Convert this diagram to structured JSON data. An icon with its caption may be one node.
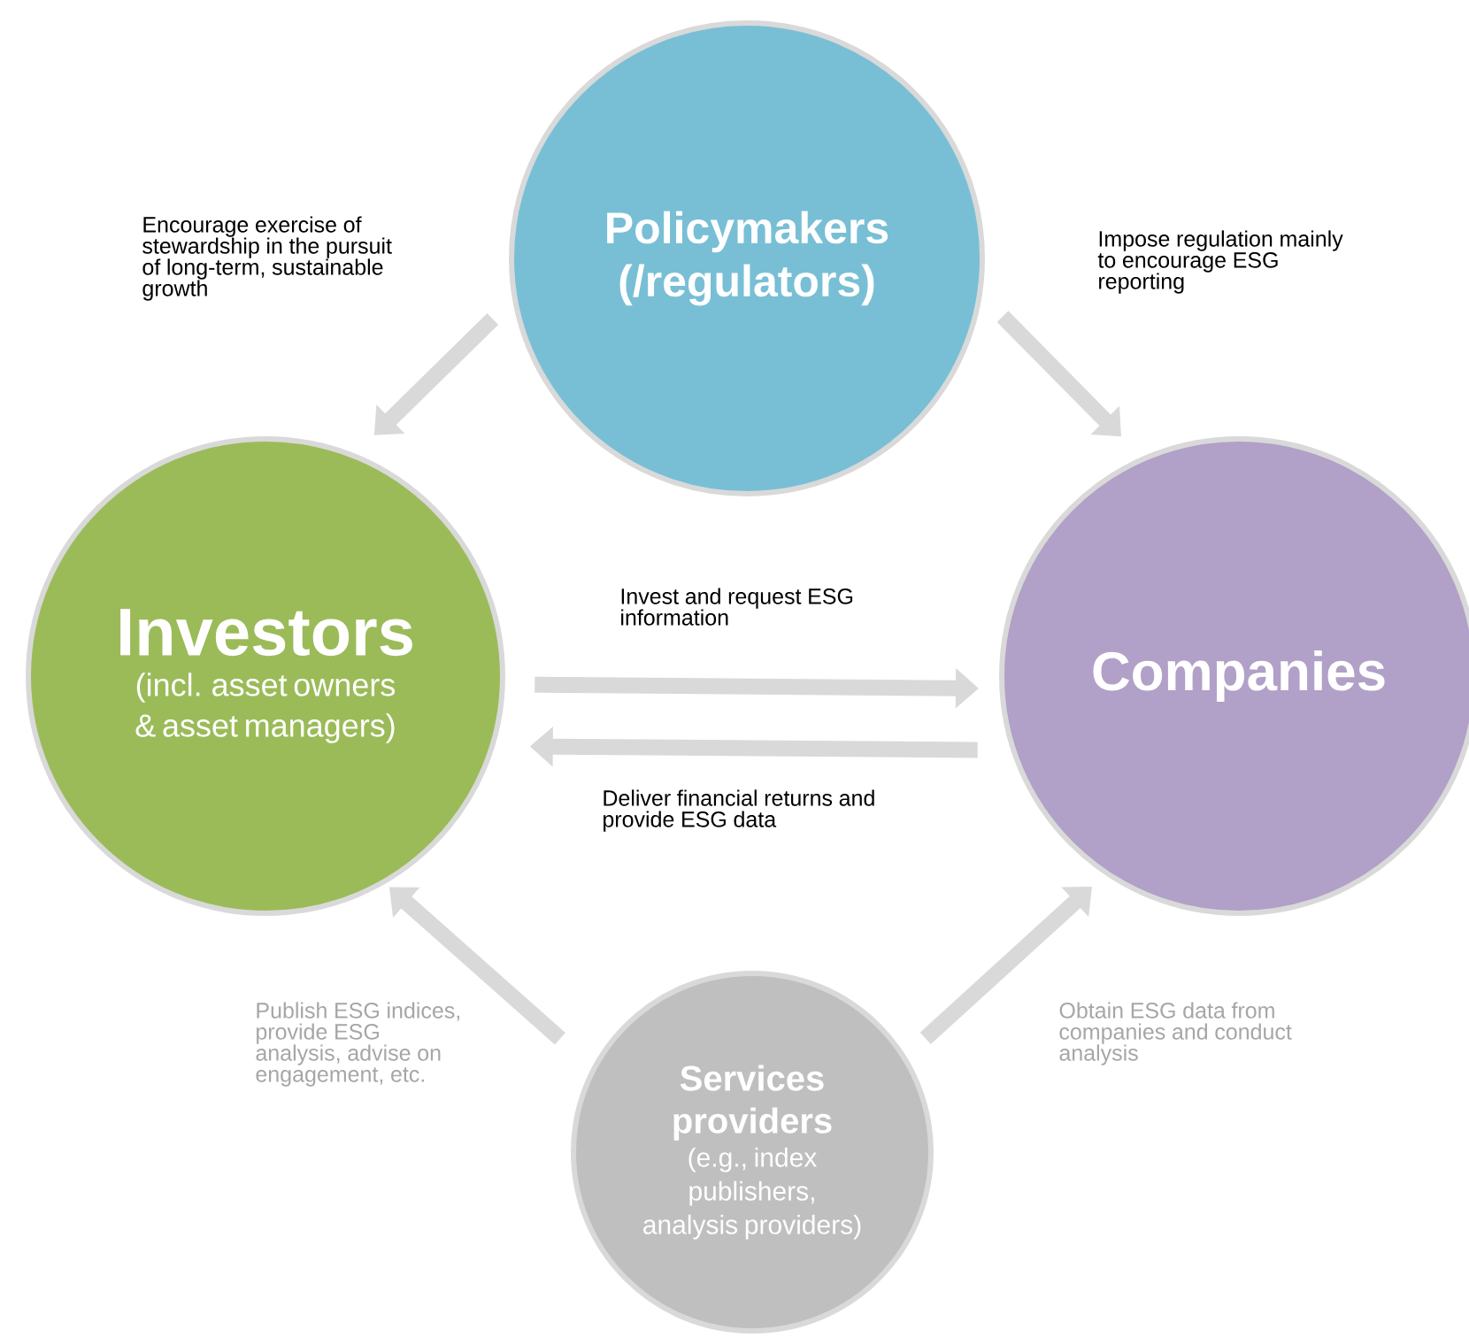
{
  "diagram": {
    "nodes": [
      {
        "text": [
          "Policymakers (/regulators)"
        ]
      },
      {
        "text": [
          "Investors",
          "(incl. asset owners & asset managers)"
        ]
      },
      {
        "text": [
          "Companies"
        ]
      },
      {
        "text": [
          "Services providers",
          "(e.g., index publishers, analysis providers)"
        ]
      }
    ],
    "edges": [
      {
        "from": 0,
        "to": 1,
        "arrow": "to",
        "label": "Encourage exercise of stewardship in the pursuit of long-term, sustainable growth"
      },
      {
        "from": 0,
        "to": 2,
        "arrow": "to",
        "label": "Impose regulation mainly to encourage ESG reporting"
      },
      {
        "from": 1,
        "to": 2,
        "arrow": "to",
        "label": "Invest and request ESG information"
      },
      {
        "from": 2,
        "to": 1,
        "arrow": "to",
        "label": "Deliver financial returns and provide ESG data"
      },
      {
        "from": 3,
        "to": 1,
        "arrow": "to",
        "label": "Publish ESG indices, provide ESG analysis, advise on engagement, etc."
      },
      {
        "from": 3,
        "to": 2,
        "arrow": "to",
        "label": "Obtain ESG data from companies and conduct analysis"
      }
    ]
  }
}
